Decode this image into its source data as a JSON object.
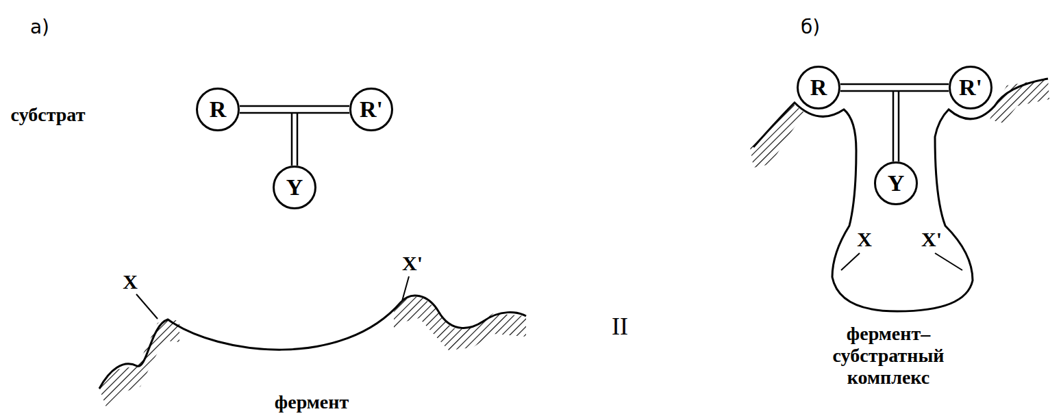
{
  "diagram": {
    "nodes": [
      {
        "text": [
          "R"
        ]
      },
      {
        "text": [
          "R'"
        ]
      },
      {
        "text": [
          "Y"
        ]
      },
      {
        "text": [
          "R"
        ]
      },
      {
        "text": [
          "R'"
        ]
      },
      {
        "text": [
          "Y"
        ]
      }
    ],
    "edges": [
      {
        "from": 0,
        "to": 1,
        "arrow": "none"
      },
      {
        "from": 3,
        "to": 4,
        "arrow": "none"
      }
    ],
    "labels": [
      "а)",
      "б)",
      "субстрат",
      "X",
      "X'",
      "фермент",
      "II",
      "X",
      "X'",
      "фермент– субстратный комплекс"
    ]
  }
}
